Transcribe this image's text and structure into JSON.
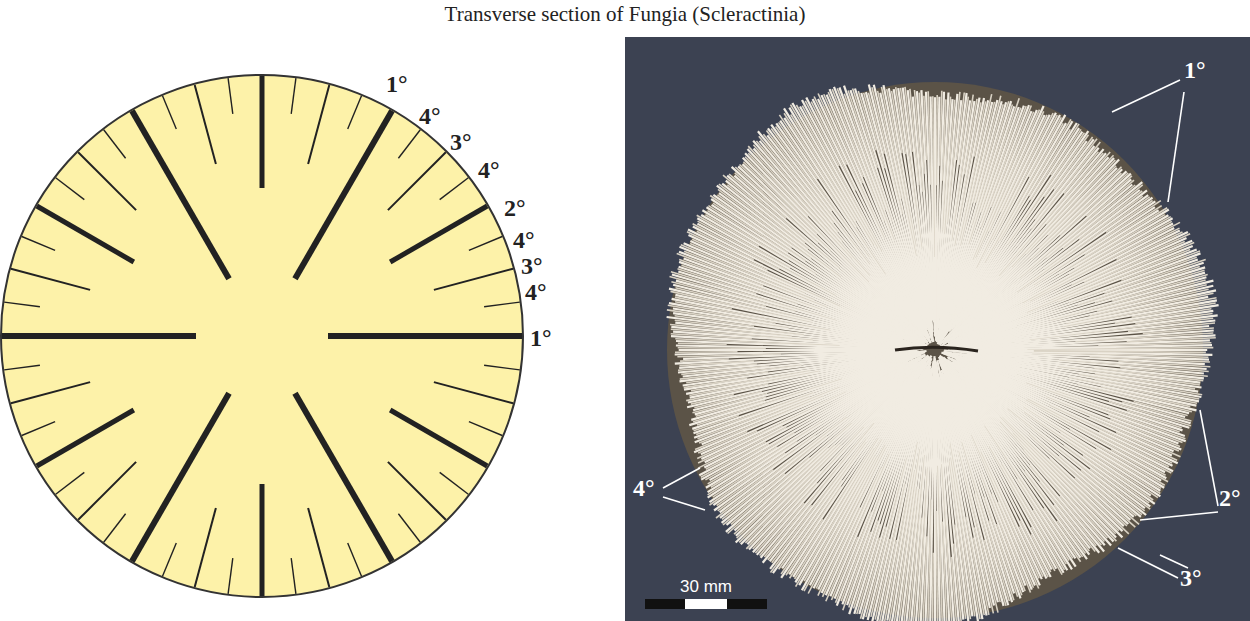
{
  "diagram": {
    "title": "Transverse section of Fungia (Scleractinia)",
    "labels": [
      "1°",
      "4°",
      "3°",
      "4°",
      "2°",
      "4°",
      "3°",
      "4°",
      "1°",
      "1°",
      "2°",
      "3°",
      "4°",
      "30 mm"
    ]
  }
}
